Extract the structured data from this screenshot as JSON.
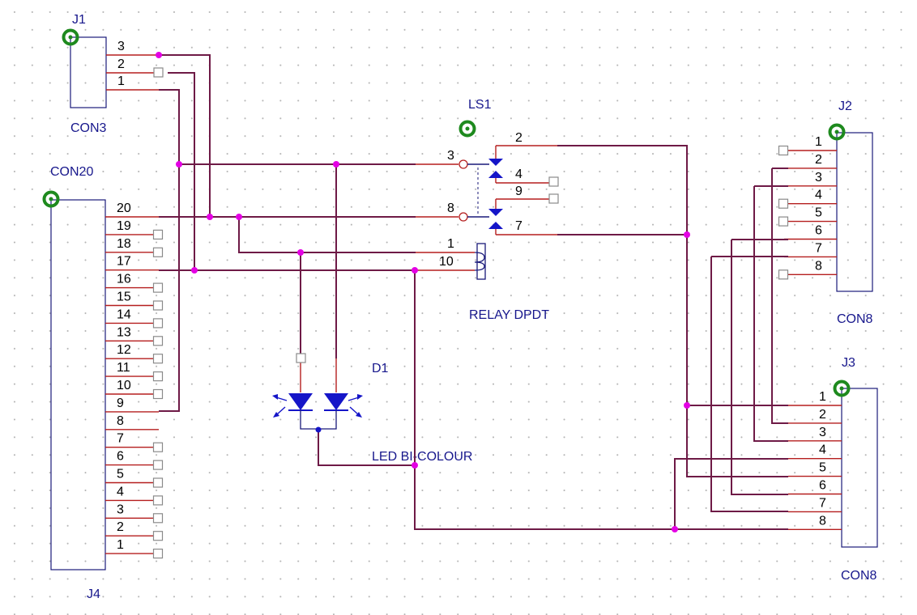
{
  "components": {
    "j1": {
      "ref": "J1",
      "value": "CON3",
      "pins": [
        "3",
        "2",
        "1"
      ]
    },
    "j4": {
      "ref": "J4",
      "value": "CON20",
      "pins": [
        "20",
        "19",
        "18",
        "17",
        "16",
        "15",
        "14",
        "13",
        "12",
        "11",
        "10",
        "9",
        "8",
        "7",
        "6",
        "5",
        "4",
        "3",
        "2",
        "1"
      ]
    },
    "ls1": {
      "ref": "LS1",
      "value": "RELAY DPDT",
      "pins": {
        "p2": "2",
        "p3": "3",
        "p4": "4",
        "p9": "9",
        "p8": "8",
        "p7": "7",
        "p1": "1",
        "p10": "10"
      }
    },
    "d1": {
      "ref": "D1",
      "value": "LED BI-COLOUR"
    },
    "j2": {
      "ref": "J2",
      "value": "CON8",
      "pins": [
        "1",
        "2",
        "3",
        "4",
        "5",
        "6",
        "7",
        "8"
      ]
    },
    "j3": {
      "ref": "J3",
      "value": "CON8",
      "pins": [
        "1",
        "2",
        "3",
        "4",
        "5",
        "6",
        "7",
        "8"
      ]
    }
  },
  "colors": {
    "wire": "#6e1a46",
    "lead": "#b51e1e",
    "junction": "#e400e4",
    "label": "#17178c",
    "component": "#1a1a7a",
    "mount": "#1e8a1e"
  }
}
